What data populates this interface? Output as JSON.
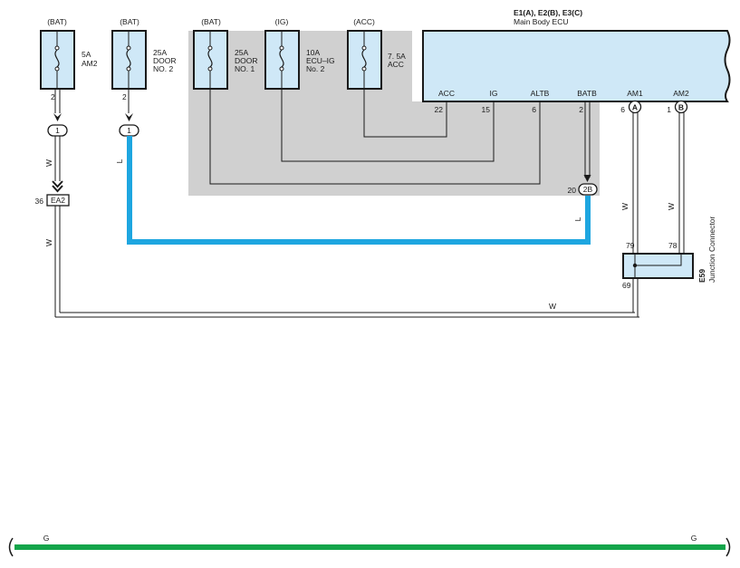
{
  "colors": {
    "blue_wire": "#1ea6e0",
    "green_wire": "#13a54a",
    "fuse_fill": "#cfe8f7",
    "ecu_fill": "#cfe8f7",
    "junction_fill": "#cfe8f7",
    "shade": "#d0d0d0",
    "line": "#1a1a1a"
  },
  "ecu": {
    "title": "E1(A), E2(B), E3(C)",
    "name": "Main Body ECU",
    "terminals": [
      {
        "label": "ACC",
        "pin": "22"
      },
      {
        "label": "IG",
        "pin": "15"
      },
      {
        "label": "ALTB",
        "pin": "6"
      },
      {
        "label": "BATB",
        "pin": "2"
      },
      {
        "label": "AM1",
        "pin": "6",
        "connector": "A"
      },
      {
        "label": "AM2",
        "pin": "1",
        "connector": "B"
      }
    ]
  },
  "fuses": [
    {
      "source": "(BAT)",
      "line1": "5A",
      "line2": "AM2",
      "line3": "",
      "pin": "2"
    },
    {
      "source": "(BAT)",
      "line1": "25A",
      "line2": "DOOR",
      "line3": "NO. 2",
      "pin": "2"
    },
    {
      "source": "(BAT)",
      "line1": "25A",
      "line2": "DOOR",
      "line3": "NO. 1",
      "pin": ""
    },
    {
      "source": "(IG)",
      "line1": "10A",
      "line2": "ECU–IG",
      "line3": "No. 2",
      "pin": ""
    },
    {
      "source": "(ACC)",
      "line1": "7. 5A",
      "line2": "ACC",
      "line3": "",
      "pin": ""
    }
  ],
  "connectors": {
    "c1_left": "1",
    "c1_right": "1",
    "ea2_pin": "36",
    "ea2_name": "EA2",
    "conn_2b_pin": "20",
    "conn_2b_name": "2B"
  },
  "junction": {
    "code": "E59",
    "name": "Junction Connector",
    "pin_79": "79",
    "pin_78": "78",
    "pin_69": "69"
  },
  "wire_labels": {
    "w1": "W",
    "w2": "W",
    "l_left": "L",
    "l_right": "L",
    "w_am1": "W",
    "w_am2": "W",
    "w_bottom": "W",
    "g_left": "G",
    "g_right": "G"
  }
}
